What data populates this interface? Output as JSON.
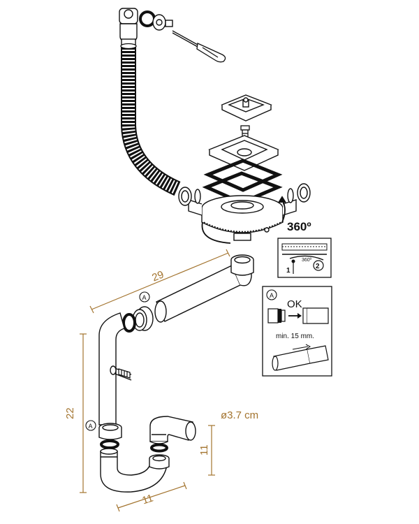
{
  "labels": {
    "rotation_main": "360º",
    "rotation_inset": "360º",
    "step_one": "1",
    "step_two": "2",
    "callout_letter": "A",
    "ok_text": "OK",
    "min_text": "min. 15 mm."
  },
  "dimensions": {
    "horizontal_pipe_length": "29",
    "vertical_height": "22",
    "trap_height": "11",
    "trap_width": "11",
    "diameter": "ø3.7 cm"
  },
  "colors": {
    "dimension_color": "#a3742f",
    "line_color": "#111111"
  }
}
